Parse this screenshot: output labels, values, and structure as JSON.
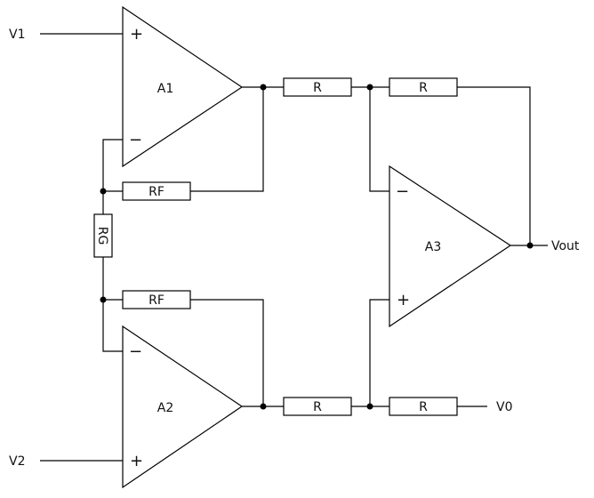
{
  "diagram": {
    "inputs": {
      "v1": "V1",
      "v2": "V2",
      "v0": "V0"
    },
    "output": "Vout",
    "amplifiers": {
      "a1": "A1",
      "a2": "A2",
      "a3": "A3"
    },
    "signs": {
      "plus": "+",
      "minus": "−"
    },
    "resistors": {
      "rf_top": "RF",
      "rf_bottom": "RF",
      "rg": "RG",
      "r_a1_out": "R",
      "r_feedback": "R",
      "r_a2_out": "R",
      "r_ref": "R"
    }
  }
}
